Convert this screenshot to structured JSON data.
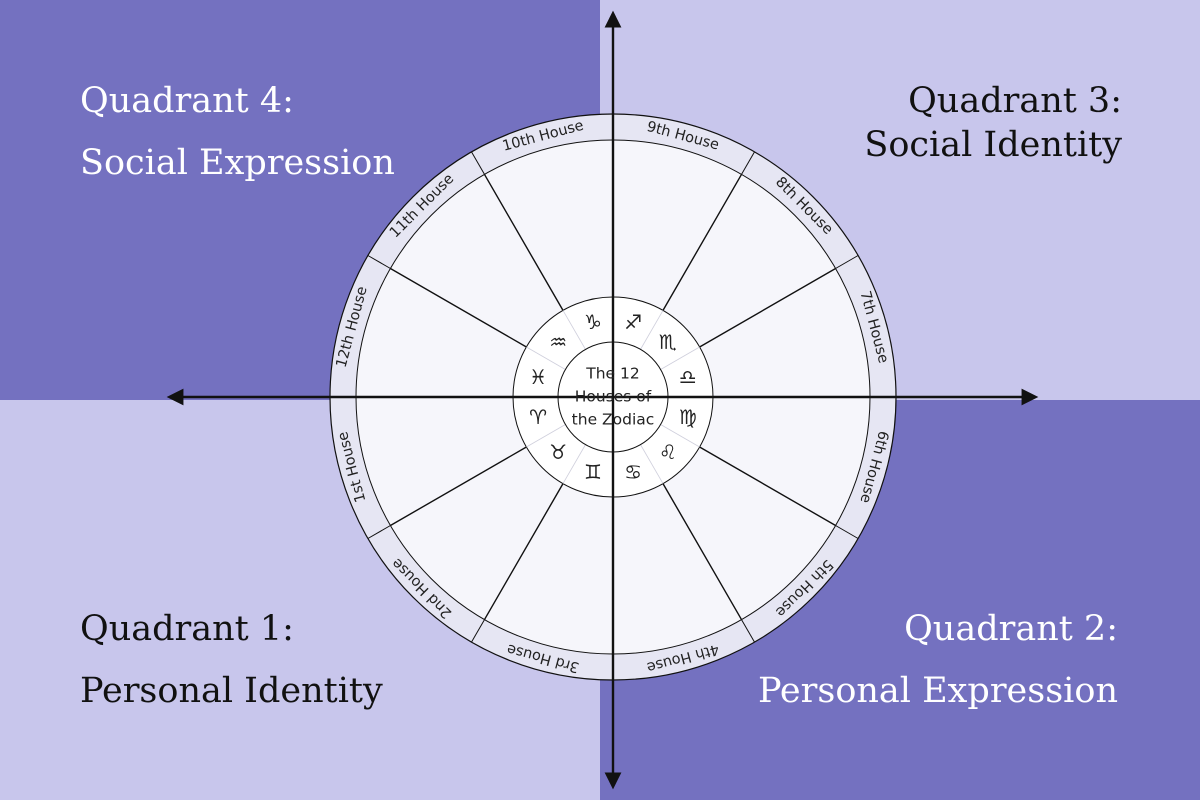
{
  "quadrants": {
    "q4": {
      "title": "Quadrant 4:",
      "subtitle": "Social Expression"
    },
    "q3": {
      "title": "Quadrant 3:",
      "subtitle": "Social Identity"
    },
    "q1": {
      "title": "Quadrant 1:",
      "subtitle": "Personal Identity"
    },
    "q2": {
      "title": "Quadrant 2:",
      "subtitle": "Personal Expression"
    }
  },
  "center": {
    "lines": [
      "The 12",
      "Houses of",
      "the Zodiac"
    ]
  },
  "houses": [
    "1st House",
    "2nd House",
    "3rd House",
    "4th House",
    "5th House",
    "6th House",
    "7th House",
    "8th House",
    "9th House",
    "10th House",
    "11th House",
    "12th House"
  ],
  "signs": [
    {
      "name": "aries",
      "glyph": "♈"
    },
    {
      "name": "taurus",
      "glyph": "♉"
    },
    {
      "name": "gemini",
      "glyph": "♊"
    },
    {
      "name": "cancer",
      "glyph": "♋"
    },
    {
      "name": "leo",
      "glyph": "♌"
    },
    {
      "name": "virgo",
      "glyph": "♍"
    },
    {
      "name": "libra",
      "glyph": "♎"
    },
    {
      "name": "scorpio",
      "glyph": "♏"
    },
    {
      "name": "sagittarius",
      "glyph": "♐"
    },
    {
      "name": "capricorn",
      "glyph": "♑"
    },
    {
      "name": "aquarius",
      "glyph": "♒"
    },
    {
      "name": "pisces",
      "glyph": "♓"
    }
  ],
  "colors": {
    "dark_quadrant": "#7471c0",
    "light_quadrant": "#c8c6ec",
    "house_band": "#e6e6f3",
    "wheel_fill": "#f6f6fb",
    "line": "#111111"
  }
}
